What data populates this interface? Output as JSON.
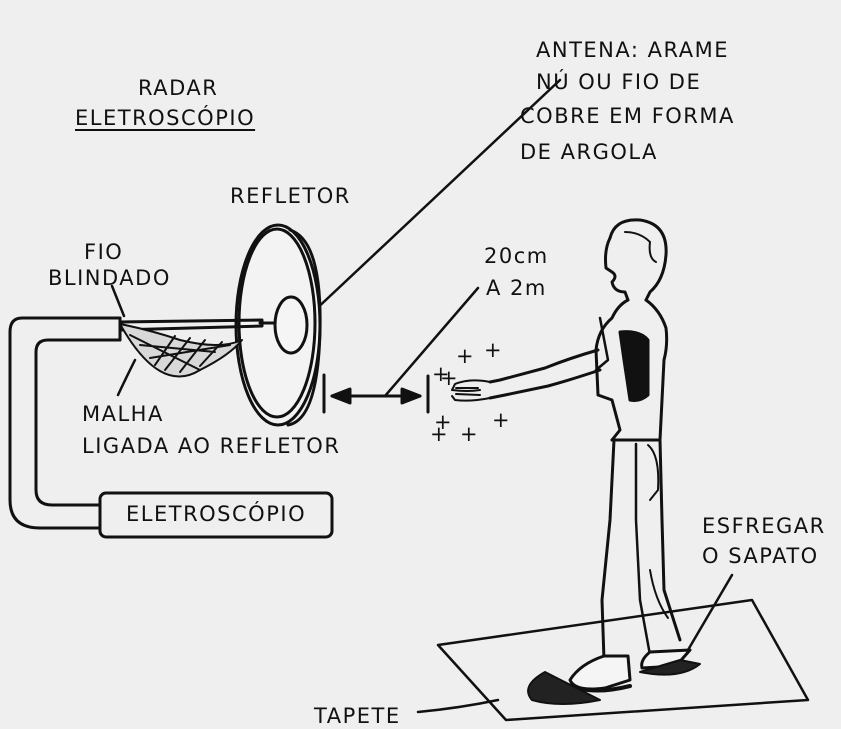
{
  "labels": {
    "title_line1": "RADAR",
    "title_line2": "ELETROSCÓPIO",
    "antenna_line1": "ANTENA: ARAME",
    "antenna_line2": "NÚ OU FIO DE",
    "antenna_line3": "COBRE EM FORMA",
    "antenna_line4": "DE ARGOLA",
    "reflector": "REFLETOR",
    "shielded_wire_line1": "FIO",
    "shielded_wire_line2": "BLINDADO",
    "distance_line1": "20cm",
    "distance_line2": "A 2m",
    "mesh_line1": "MALHA",
    "mesh_line2": "LIGADA AO REFLETOR",
    "electroscope_box": "ELETROSCÓPIO",
    "rub_line1": "ESFREGAR",
    "rub_line2": "O SAPATO",
    "mat": "TAPETE"
  },
  "charges": [
    "+",
    "+",
    "+",
    "+",
    "+",
    "+",
    "+",
    "+"
  ],
  "colors": {
    "ink": "#111111",
    "paper": "#efefef"
  }
}
